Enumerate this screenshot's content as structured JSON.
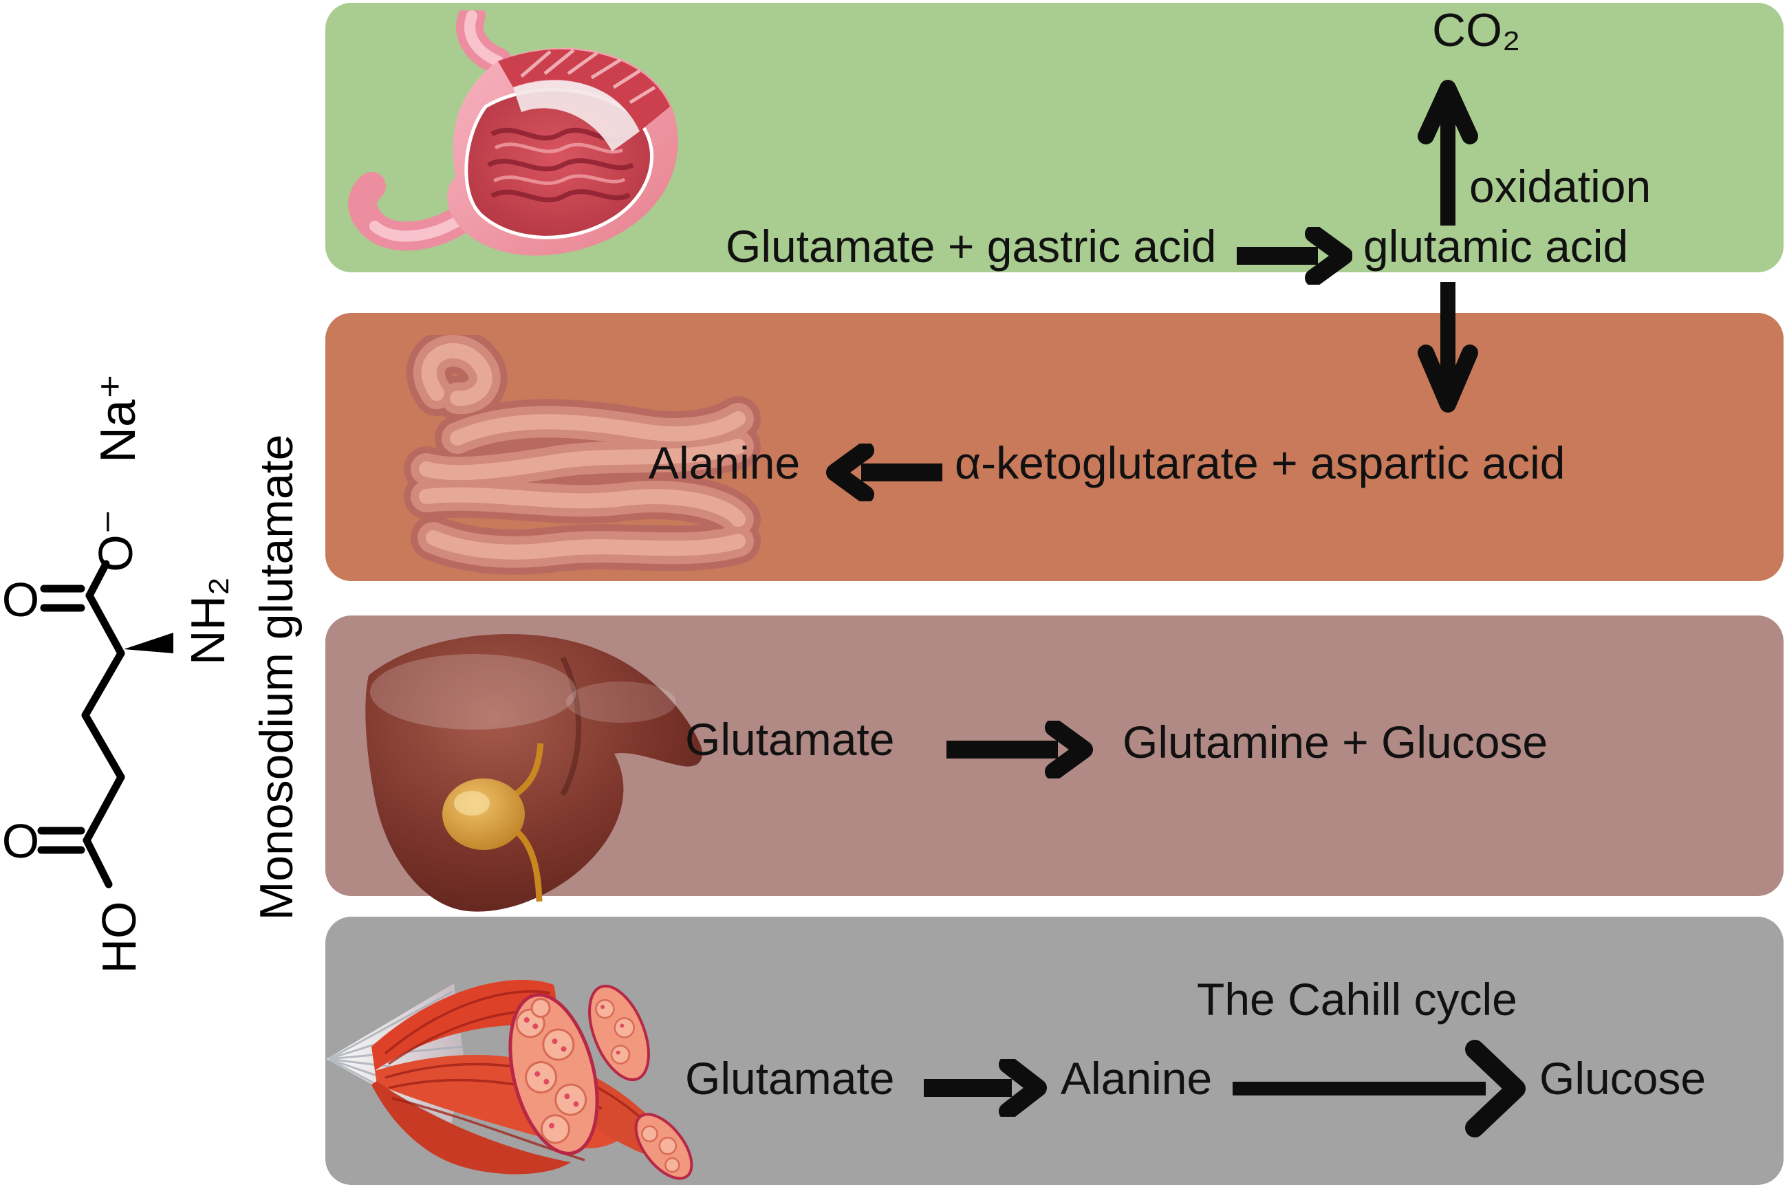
{
  "colors": {
    "panel_green": "#a9cd90",
    "panel_orange": "#c87a5b",
    "panel_mauve": "#b18a85",
    "panel_gray": "#a3a3a3",
    "arrow_black": "#0d0d0d"
  },
  "molecule": {
    "title": "Monosodium glutamate",
    "labels": {
      "sodium": "Na⁺",
      "carboxylate_oxygen": "O⁻",
      "carbonyl_oxygen_top": "O",
      "amine": "NH₂",
      "carbonyl_oxygen_bottom": "O",
      "hydroxyl": "HO"
    }
  },
  "stomach_panel": {
    "co2": "CO₂",
    "oxidation": "oxidation",
    "reactants": "Glutamate + gastric acid",
    "product": "glutamic acid"
  },
  "intestine_panel": {
    "product": "Alanine",
    "reactants": "α-ketoglutarate + aspartic acid"
  },
  "liver_panel": {
    "reactant": "Glutamate",
    "products": "Glutamine + Glucose"
  },
  "muscle_panel": {
    "reactant": "Glutamate",
    "intermediate": "Alanine",
    "cycle": "The Cahill cycle",
    "product": "Glucose"
  }
}
